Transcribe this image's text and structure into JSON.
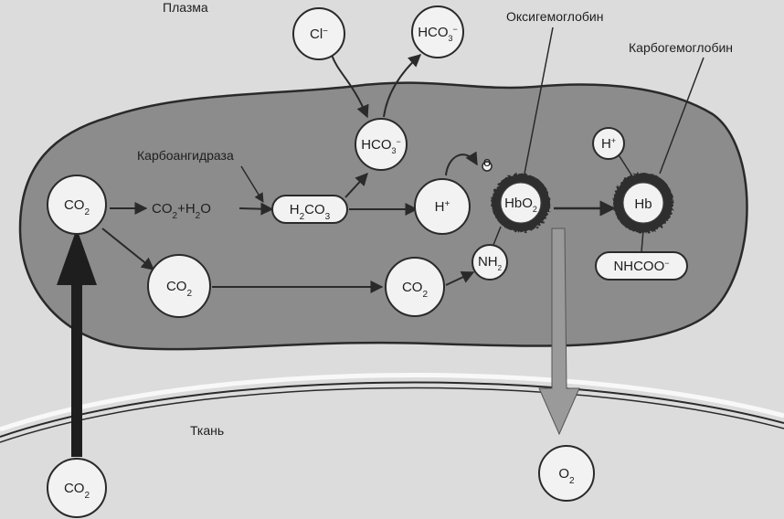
{
  "labels": {
    "plasma": "Плазма",
    "tissue": "Ткань",
    "carbonic_anhydrase": "Карбоангидраза",
    "oxyhemoglobin": "Оксигемоглобин",
    "carbhemoglobin": "Карбогемоглобин"
  },
  "nodes": {
    "cl_ion": {
      "main": "Cl",
      "sup": "−"
    },
    "hco3_plasma": {
      "main": "HCO",
      "sub": "3",
      "sup": "−"
    },
    "hco3_cell": {
      "main": "HCO",
      "sub": "3",
      "sup": "−"
    },
    "co2_left": {
      "main": "CO",
      "sub": "2"
    },
    "reaction": {
      "p1": "CO",
      "s1": "2",
      "p2": "+H",
      "s2": "2",
      "p3": "O"
    },
    "h2co3": {
      "p1": "H",
      "s1": "2",
      "p2": "CO",
      "s2": "3"
    },
    "h_plus": {
      "main": "H",
      "sup": "+"
    },
    "hbo2": {
      "main": "HbO",
      "sub": "2"
    },
    "hb": {
      "main": "Hb"
    },
    "h_plus_small": {
      "main": "H",
      "sup": "+"
    },
    "nhcoo": {
      "main": "NHCOO",
      "sup": "−"
    },
    "co2_mid": {
      "main": "CO",
      "sub": "2"
    },
    "co2_right": {
      "main": "CO",
      "sub": "2"
    },
    "nh2": {
      "main": "NH",
      "sub": "2"
    },
    "co2_tissue": {
      "main": "CO",
      "sub": "2"
    },
    "o2_tissue": {
      "main": "O",
      "sub": "2"
    },
    "o_small": {
      "main": "o"
    }
  },
  "colors": {
    "background": "#dcdcdc",
    "cell_fill": "#8c8c8c",
    "node_fill": "#f2f2f2",
    "stroke": "#2a2a2a",
    "o2_arrow": "#9a9a9a"
  }
}
